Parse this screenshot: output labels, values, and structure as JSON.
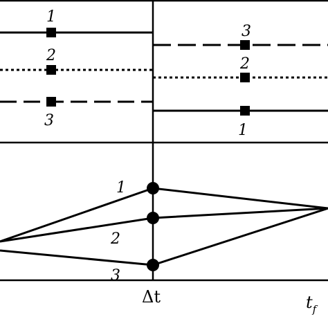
{
  "top_panel": {
    "left_labels": {
      "line_1": "1",
      "line_2": "2",
      "line_3": "3"
    },
    "right_labels": {
      "line_3": "3",
      "line_2": "2",
      "line_1": "1"
    }
  },
  "bottom_panel": {
    "labels": {
      "line_1": "1",
      "line_2": "2",
      "line_3": "3"
    }
  },
  "axis": {
    "tick_delta_t": "Δt",
    "tick_tf_base": "t",
    "tick_tf_sub": "f"
  },
  "colors": {
    "ink": "#000000",
    "background": "#ffffff"
  },
  "legend": {
    "line_1_style": "solid",
    "line_2_style": "dotted",
    "line_3_style": "dashed"
  }
}
